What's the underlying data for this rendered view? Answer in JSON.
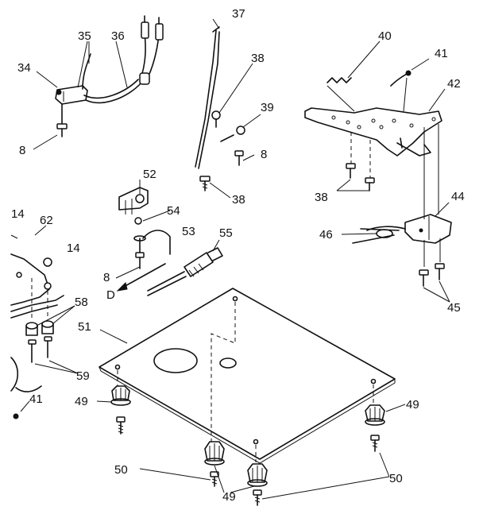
{
  "callouts": [
    {
      "id": "c37",
      "text": "37"
    },
    {
      "id": "c35",
      "text": "35"
    },
    {
      "id": "c36",
      "text": "36"
    },
    {
      "id": "c34",
      "text": "34"
    },
    {
      "id": "c8a",
      "text": "8"
    },
    {
      "id": "c38a",
      "text": "38"
    },
    {
      "id": "c39",
      "text": "39"
    },
    {
      "id": "c8b",
      "text": "8"
    },
    {
      "id": "c38b",
      "text": "38"
    },
    {
      "id": "c40",
      "text": "40"
    },
    {
      "id": "c41a",
      "text": "41"
    },
    {
      "id": "c42",
      "text": "42"
    },
    {
      "id": "c38c",
      "text": "38"
    },
    {
      "id": "c44",
      "text": "44"
    },
    {
      "id": "c46",
      "text": "46"
    },
    {
      "id": "c45",
      "text": "45"
    },
    {
      "id": "c52",
      "text": "52"
    },
    {
      "id": "c54",
      "text": "54"
    },
    {
      "id": "c53",
      "text": "53"
    },
    {
      "id": "c55",
      "text": "55"
    },
    {
      "id": "c8c",
      "text": "8"
    },
    {
      "id": "cD",
      "text": "D"
    },
    {
      "id": "c14a",
      "text": "14"
    },
    {
      "id": "c62",
      "text": "62"
    },
    {
      "id": "c14b",
      "text": "14"
    },
    {
      "id": "c58",
      "text": "58"
    },
    {
      "id": "c59",
      "text": "59"
    },
    {
      "id": "c51",
      "text": "51"
    },
    {
      "id": "c41b",
      "text": "41"
    },
    {
      "id": "c49a",
      "text": "49"
    },
    {
      "id": "c49b",
      "text": "49"
    },
    {
      "id": "c49c",
      "text": "49"
    },
    {
      "id": "c50a",
      "text": "50"
    },
    {
      "id": "c50b",
      "text": "50"
    }
  ]
}
